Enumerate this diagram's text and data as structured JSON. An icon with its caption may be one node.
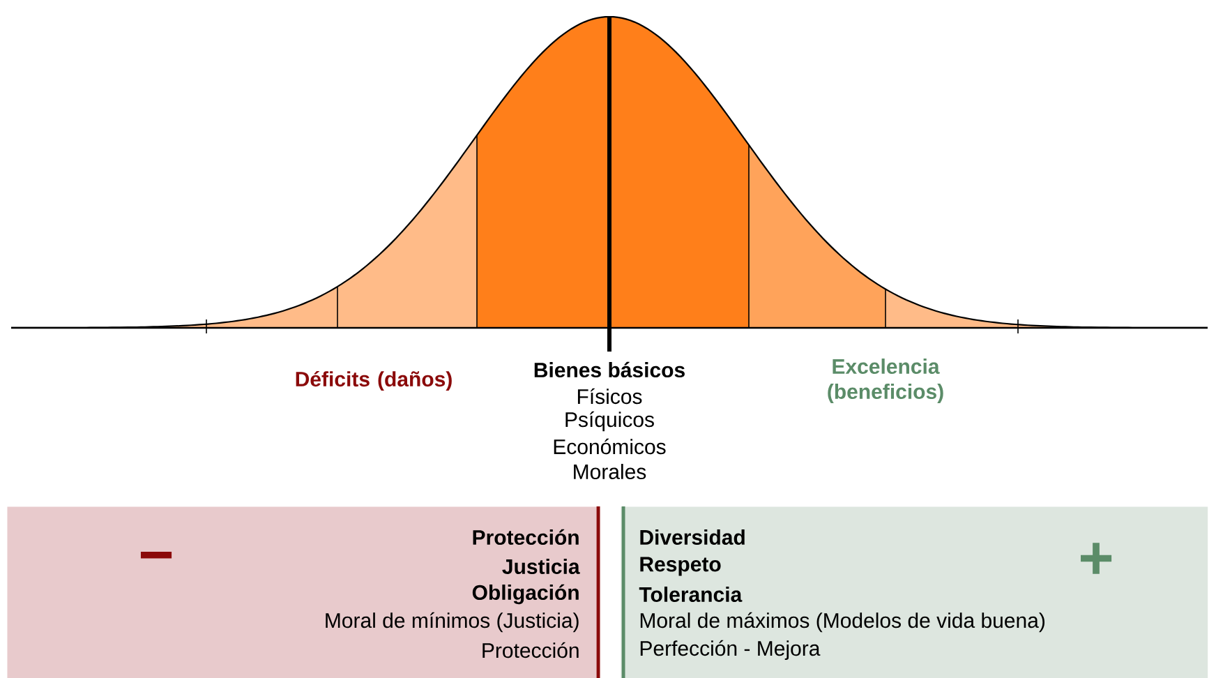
{
  "diagram": {
    "nodes": [
      {
        "text": [
          "−",
          "Protección",
          "Justicia",
          "Obligación",
          "Moral de mínimos (Justicia)",
          "Protección"
        ]
      },
      {
        "text": [
          "Diversidad",
          "Respeto",
          "Tolerancia",
          "Moral de máximos (Modelos de vida buena)",
          "Perfección - Mejora",
          "+"
        ]
      }
    ],
    "labels": [
      "Déficits (daños)",
      "Bienes básicos",
      "Físicos",
      "Psíquicos",
      "Económicos",
      "Morales",
      "Excelencia (beneficios)"
    ]
  }
}
